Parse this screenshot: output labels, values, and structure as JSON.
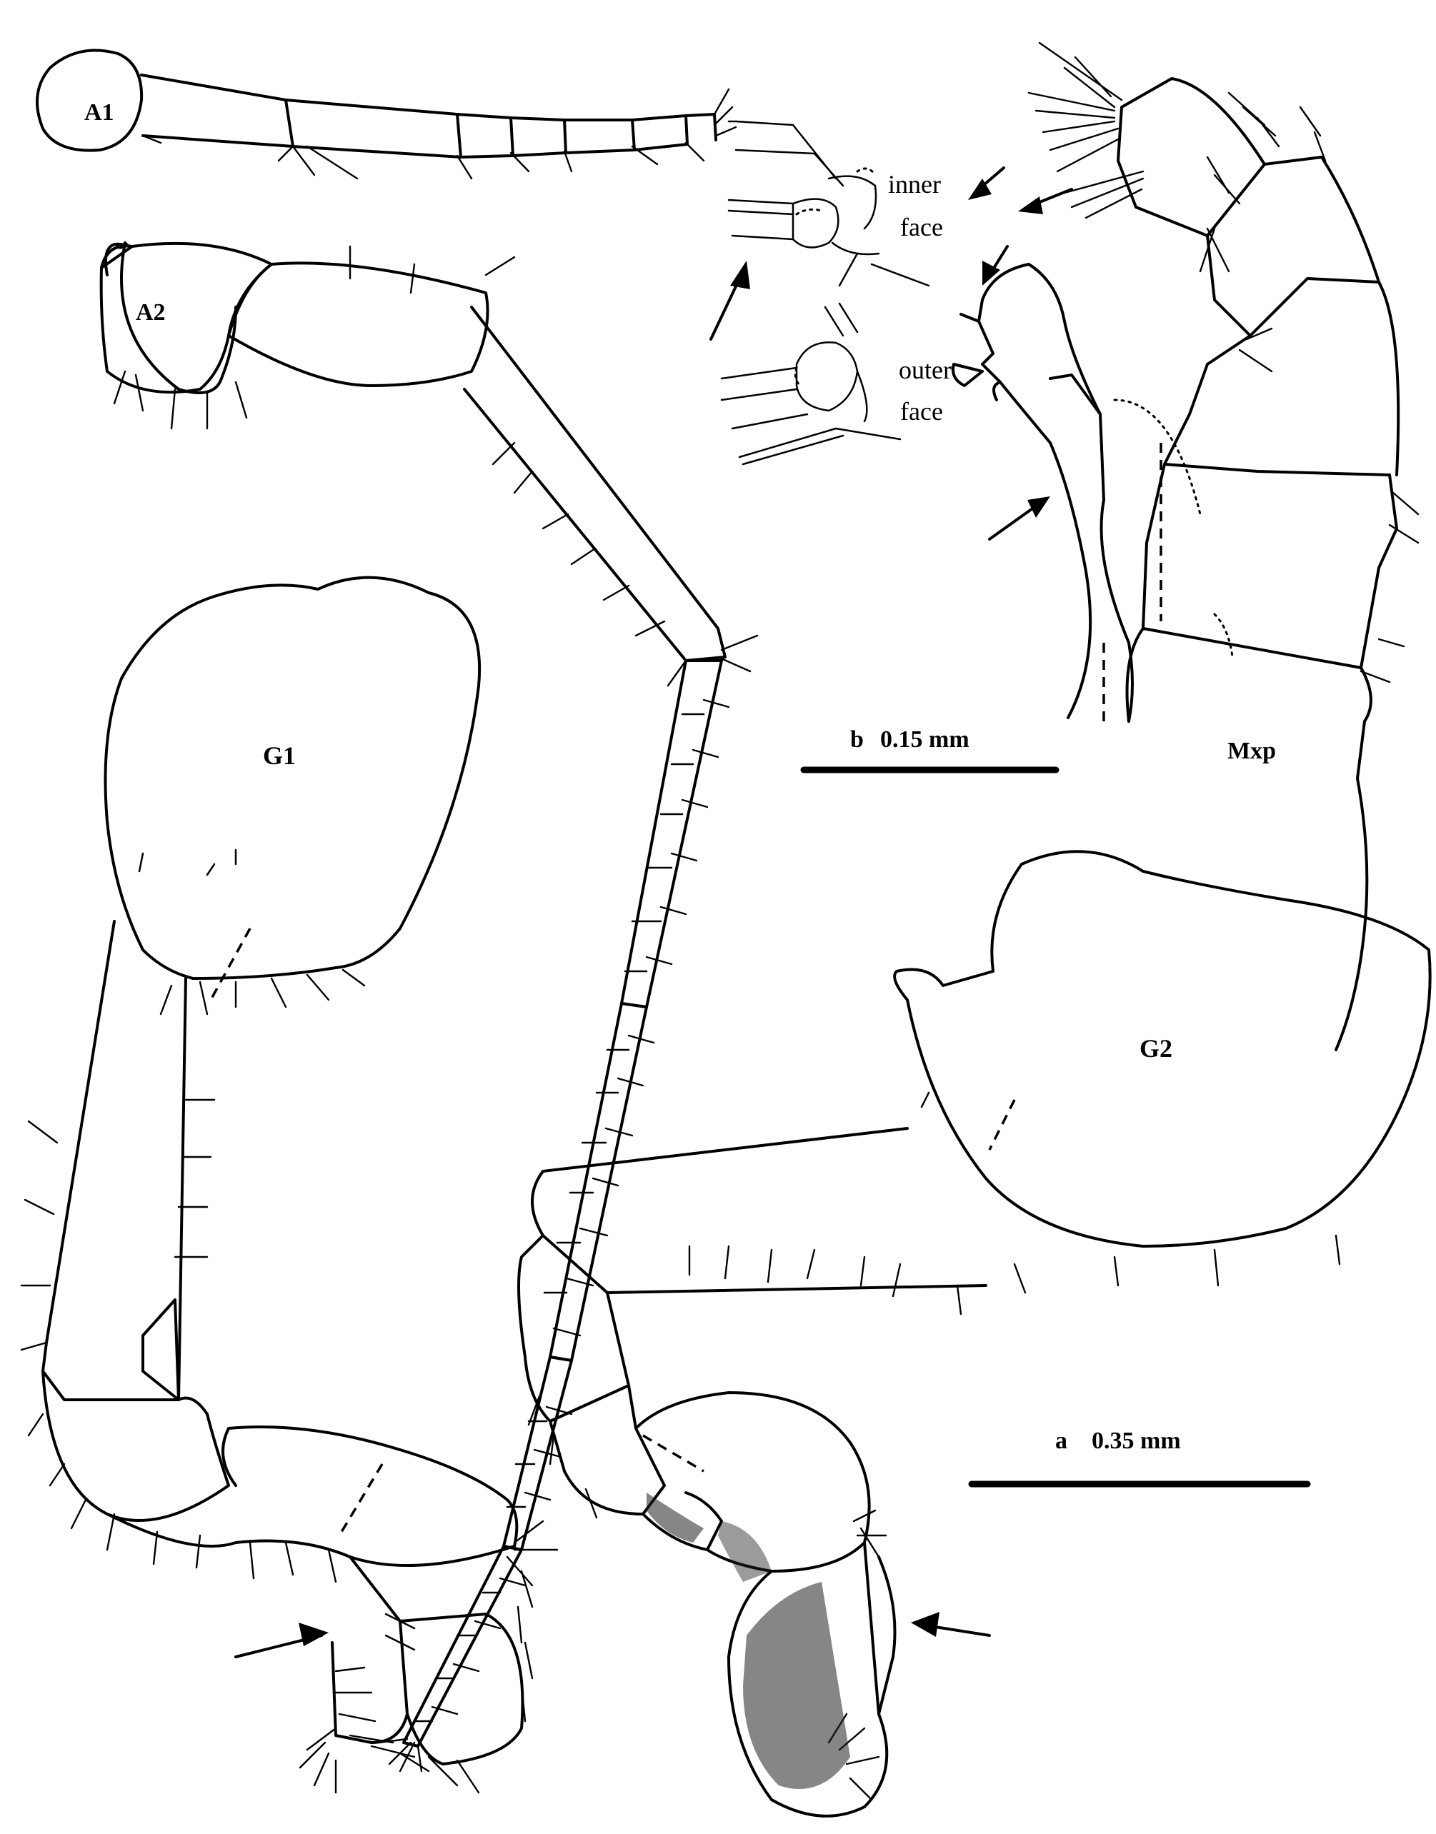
{
  "panels": {
    "a1": "A1",
    "a2": "A2",
    "g1": "G1",
    "g2": "G2",
    "mxp": "Mxp"
  },
  "inset": {
    "inner_label_1": "inner",
    "inner_label_2": "face",
    "outer_label_1": "outer",
    "outer_label_2": "face"
  },
  "scale_bars": {
    "b": {
      "letter": "b",
      "value": "0.15 mm"
    },
    "a": {
      "letter": "a",
      "value": "0.35 mm"
    }
  },
  "colors": {
    "ink": "#000000",
    "paper": "#ffffff"
  }
}
